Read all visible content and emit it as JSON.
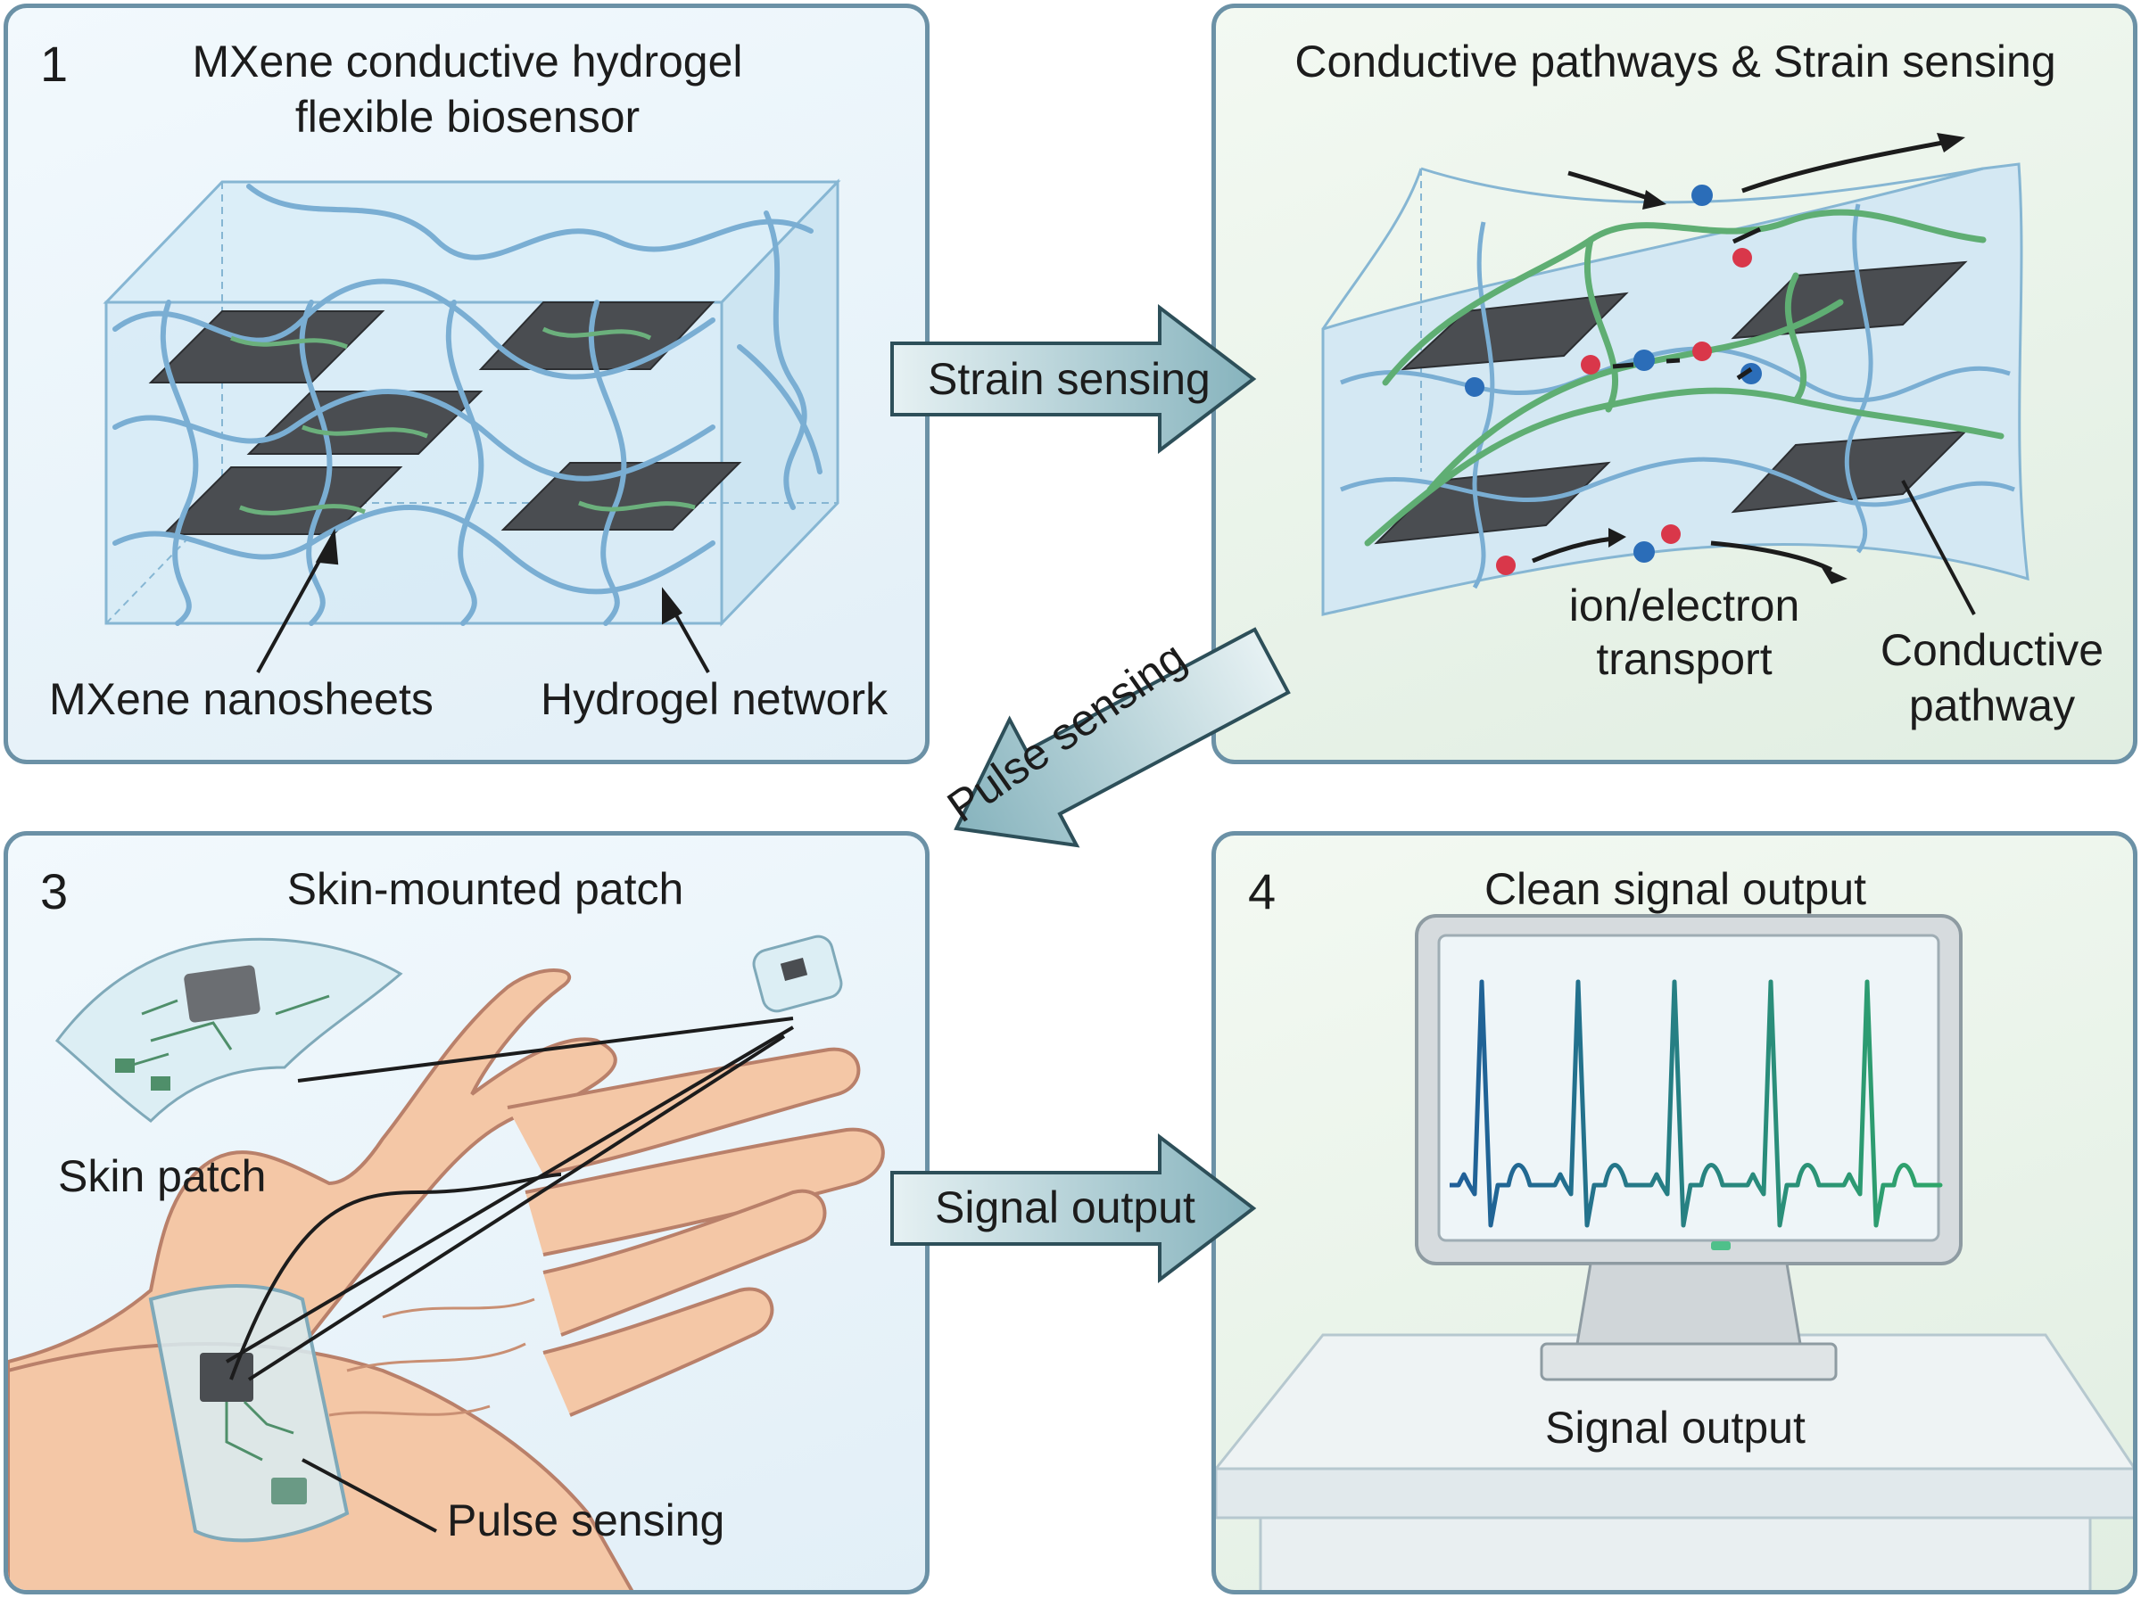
{
  "panel1": {
    "number": "1",
    "title_line1": "MXene conductive hydrogel",
    "title_line2": "flexible biosensor",
    "label_nanosheets": "MXene nanosheets",
    "label_network": "Hydrogel network"
  },
  "panel2": {
    "title": "Conductive pathways & Strain sensing",
    "label_transport_line1": "ion/electron",
    "label_transport_line2": "transport",
    "label_pathway_line1": "Conductive",
    "label_pathway_line2": "pathway"
  },
  "panel3": {
    "number": "3",
    "title": "Skin-mounted patch",
    "label_skin_patch": "Skin patch",
    "label_pulse": "Pulse sensing"
  },
  "panel4": {
    "number": "4",
    "title": "Clean signal output",
    "label_signal": "Signal output"
  },
  "arrows": {
    "strain": "Strain sensing",
    "pulse": "Pulse sensing",
    "signal": "Signal output"
  },
  "colors": {
    "panel_border": "#6b91a6",
    "hydrogel_strand": "#7aaed3",
    "conductive_path": "#5fae73",
    "nanosheet": "#4a4d51",
    "ion_red": "#d9374a",
    "electron_blue": "#2b6db8",
    "arrow_fill": "#9cc3cc",
    "signal_start": "#1f5e99",
    "signal_end": "#2fa66a",
    "skin": "#f4c7a6"
  },
  "icons": [
    "hydrogel-block-icon",
    "strained-gel-icon",
    "hand-icon",
    "skin-patch-icon",
    "wristband-icon",
    "monitor-icon",
    "desk-icon",
    "ecg-waveform-icon"
  ]
}
